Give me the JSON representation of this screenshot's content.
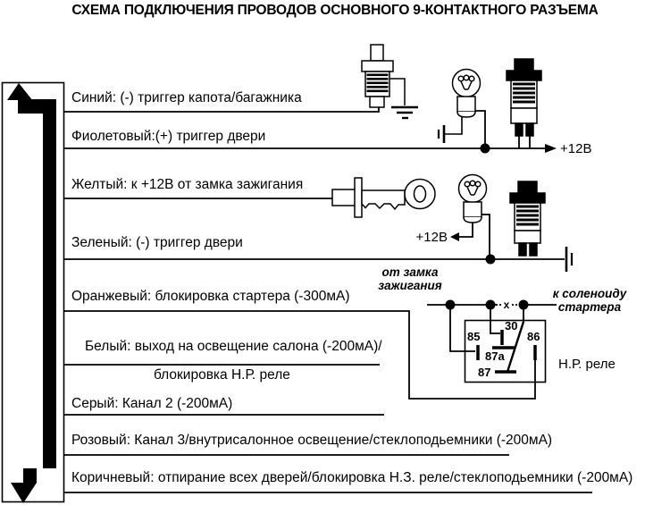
{
  "title": "СХЕМА ПОДКЛЮЧЕНИЯ ПРОВОДОВ ОСНОВНОГО 9-КОНТАКТНОГО РАЗЪЕМА",
  "wires": [
    {
      "name": "blue",
      "label": "Синий: (-) триггер капота/багажника"
    },
    {
      "name": "violet",
      "label": "Фиолетовый:(+) триггер двери"
    },
    {
      "name": "yellow",
      "label": "Желтый: к +12В от замка зажигания"
    },
    {
      "name": "green",
      "label": "Зеленый: (-) триггер двери"
    },
    {
      "name": "orange",
      "label": "Оранжевый: блокировка стартера (-300мА)"
    },
    {
      "name": "white",
      "label": "Белый: выход на освещение салона (-200мА)/",
      "label2": "блокировка Н.Р. реле"
    },
    {
      "name": "grey",
      "label": "Серый: Канал 2 (-200мА)"
    },
    {
      "name": "pink",
      "label": "Розовый: Канал 3/внутрисалонное освещение/стеклоподьемники (-200мА)"
    },
    {
      "name": "brown",
      "label": "Коричневый: отпирание всех дверей/блокировка Н.З. реле/стеклоподьемники (-200мА)"
    }
  ],
  "annotations": {
    "plus12_top": "+12В",
    "plus12_mid": "+12В",
    "from_ignition_line1": "от замка",
    "from_ignition_line2": "зажигания",
    "to_solenoid_line1": "к соленоиду",
    "to_solenoid_line2": "стартера",
    "cut_mark": "х",
    "relay_name": "Н.Р. реле"
  },
  "relay": {
    "pins": {
      "p85": "85",
      "p30": "30",
      "p86": "86",
      "p87a": "87a",
      "p87": "87"
    }
  },
  "colors": {
    "line": "#000000",
    "background": "#ffffff"
  }
}
